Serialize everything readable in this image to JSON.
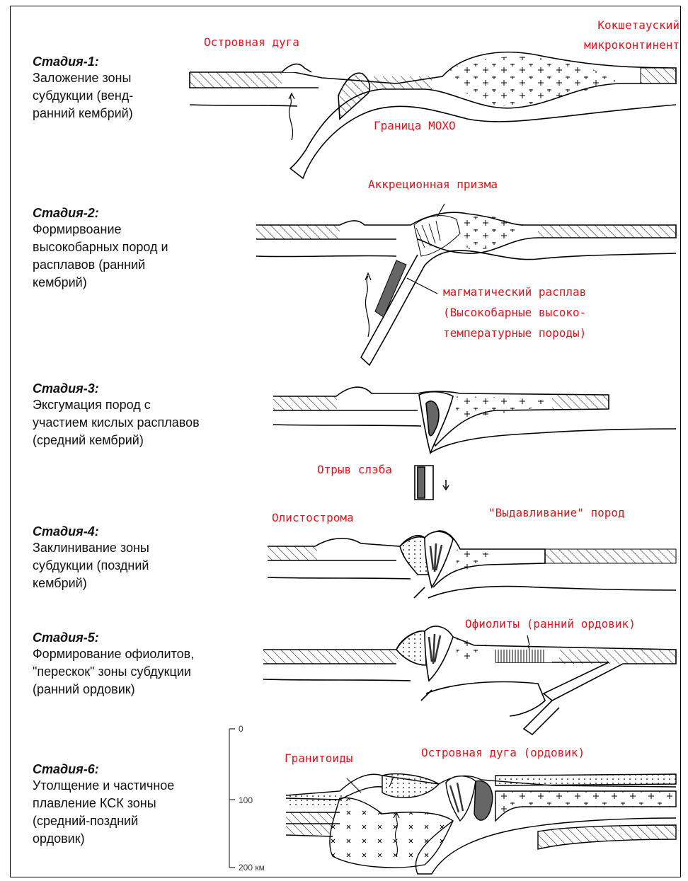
{
  "stages": [
    {
      "title": "Стадия-1:",
      "desc": "Заложение зоны\nсубдукции (венд-\nранний кембрий)"
    },
    {
      "title": "Стадия-2:",
      "desc": "Формирвоание\nвысокобарных пород и\nрасплавов (ранний\nкембрий)"
    },
    {
      "title": "Стадия-3:",
      "desc": "Эксгумация пород с\nучастием кислых расплавов\n(средний кембрий)"
    },
    {
      "title": "Стадия-4:",
      "desc": "Заклинивание зоны\nсубдукции (поздний\nкембрий)"
    },
    {
      "title": "Стадия-5:",
      "desc": "Формирование офиолитов,\n\"перескок\" зоны субдукции\n(ранний ордовик)"
    },
    {
      "title": "Стадия-6:",
      "desc": "Утолщение и частичное\nплавление КСК зоны\n(средний-поздний\nордовик)"
    }
  ],
  "labels": {
    "island_arc": "Островная дуга",
    "kokshetau": "Кокшетауский\nмикроконтинент",
    "moho": "Граница МОХО",
    "accretion": "Аккреционная призма",
    "magma": "магматический расплав\n(Высокобарные высоко-\nтемпературные породы)",
    "slab": "Отрыв слэба",
    "olistostrome": "Олистострома",
    "extrusion": "\"Выдавливание\" пород",
    "ophiolites": "Офиолиты (ранний ордовик)",
    "granitoids": "Гранитоиды",
    "island_arc_ord": "Островная дуга (ордовик)"
  },
  "scale": {
    "ticks": [
      "0",
      "100",
      "200 км"
    ]
  },
  "colors": {
    "label_red": "#e0161b",
    "line": "#000000",
    "fill_dark": "#666666"
  }
}
